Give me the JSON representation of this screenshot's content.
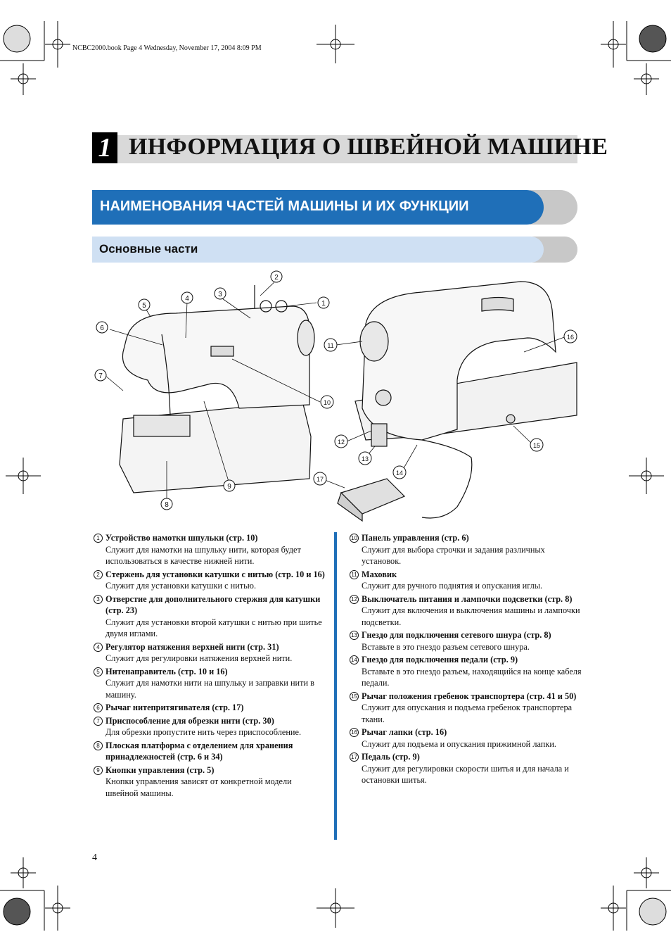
{
  "print_header": "NCBC2000.book  Page 4  Wednesday, November 17, 2004  8:09 PM",
  "chapter": {
    "number": "1",
    "title": "ИНФОРМАЦИЯ О ШВЕЙНОЙ МАШИНЕ"
  },
  "section_title": "НАИМЕНОВАНИЯ ЧАСТЕЙ МАШИНЫ И ИХ ФУНКЦИИ",
  "subsection_title": "Основные части",
  "callouts": [
    "1",
    "2",
    "3",
    "4",
    "5",
    "6",
    "7",
    "8",
    "9",
    "10",
    "11",
    "12",
    "13",
    "14",
    "15",
    "16",
    "17"
  ],
  "parts_left": [
    {
      "num": "1",
      "title": "Устройство намотки шпульки (стр. 10)",
      "desc": "Служит для намотки на шпульку нити, которая будет использоваться в качестве нижней нити."
    },
    {
      "num": "2",
      "title": "Стержень для установки катушки с нитью (стр. 10 и 16)",
      "desc": "Служит для установки катушки с нитью."
    },
    {
      "num": "3",
      "title": "Отверстие для дополнительного стержня для катушки (стр. 23)",
      "desc": "Служит для установки второй катушки с нитью при шитье двумя иглами."
    },
    {
      "num": "4",
      "title": "Регулятор натяжения верхней нити (стр. 31)",
      "desc": "Служит для регулировки натяжения верхней нити."
    },
    {
      "num": "5",
      "title": "Нитенаправитель (стр. 10 и 16)",
      "desc": "Служит для намотки нити на шпульку и заправки нити в машину."
    },
    {
      "num": "6",
      "title": "Рычаг нитепритягивателя (стр. 17)",
      "desc": ""
    },
    {
      "num": "7",
      "title": "Приспособление для обрезки нити (стр. 30)",
      "desc": "Для обрезки пропустите нить через приспособление."
    },
    {
      "num": "8",
      "title": "Плоская платформа с отделением для хранения принадлежностей (стр. 6 и 34)",
      "desc": ""
    },
    {
      "num": "9",
      "title": "Кнопки управления (стр. 5)",
      "desc": "Кнопки управления зависят от конкретной модели швейной машины."
    }
  ],
  "parts_right": [
    {
      "num": "10",
      "title": "Панель управления (стр. 6)",
      "desc": "Служит для выбора строчки и задания различных установок."
    },
    {
      "num": "11",
      "title": "Маховик",
      "desc": "Служит для ручного поднятия и опускания иглы."
    },
    {
      "num": "12",
      "title": "Выключатель питания и лампочки подсветки (стр. 8)",
      "desc": "Служит для включения и выключения машины и лампочки подсветки."
    },
    {
      "num": "13",
      "title": "Гнездо для подключения сетевого шнура (стр. 8)",
      "desc": "Вставьте в это гнездо разъем сетевого шнура."
    },
    {
      "num": "14",
      "title": "Гнездо для подключения педали (стр. 9)",
      "desc": "Вставьте в это гнездо разъем, находящийся на конце кабеля педали."
    },
    {
      "num": "15",
      "title": "Рычаг положения гребенок транспортера (стр. 41 и 50)",
      "desc": "Служит для опускания и подъема гребенок транспортера ткани."
    },
    {
      "num": "16",
      "title": "Рычаг лапки (стр. 16)",
      "desc": "Служит для подъема и опускания прижимной лапки."
    },
    {
      "num": "17",
      "title": "Педаль (стр. 9)",
      "desc": "Служит для регулировки скорости шитья и для начала и остановки шитья."
    }
  ],
  "page_number": "4",
  "colors": {
    "accent_blue": "#1f6fb8",
    "light_blue": "#cfe0f3",
    "gray": "#d9d9d9"
  }
}
